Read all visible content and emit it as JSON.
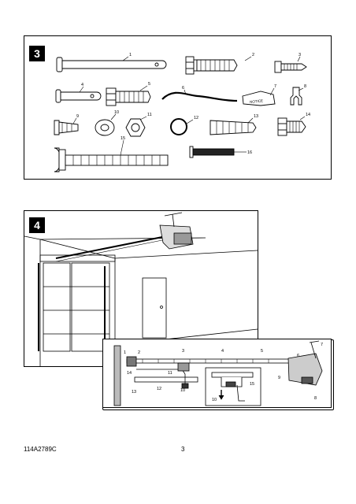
{
  "figure3": {
    "number": "3",
    "callouts": [
      "1",
      "2",
      "3",
      "4",
      "5",
      "6",
      "7",
      "8",
      "9",
      "10",
      "11",
      "12",
      "13",
      "14",
      "15",
      "16"
    ],
    "notice_label": "NOTICE"
  },
  "figure4": {
    "number": "4",
    "detail_callouts": [
      "1",
      "2",
      "3",
      "4",
      "5",
      "6",
      "7",
      "8",
      "9",
      "10",
      "11",
      "12",
      "13",
      "14"
    ],
    "inset_callouts": [
      "10",
      "15"
    ]
  },
  "footer": {
    "part_number": "114A2789C",
    "page_number": "3"
  }
}
